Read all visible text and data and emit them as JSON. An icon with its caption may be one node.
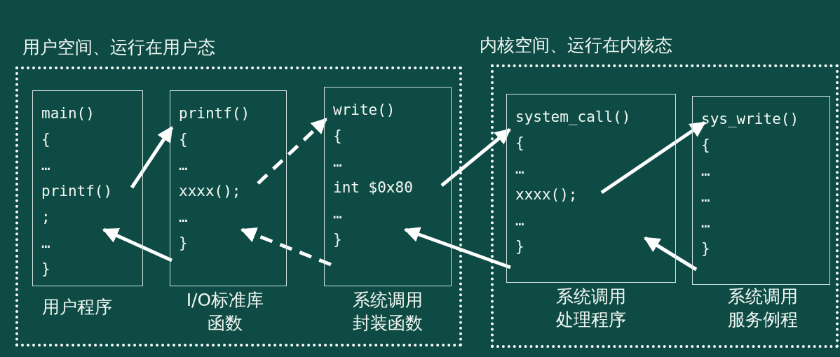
{
  "diagram": {
    "nodes": [
      {
        "text": [
          "用户空间、运行在用户态"
        ]
      },
      {
        "text": [
          "main()",
          "{",
          "…",
          "printf()",
          ";",
          "…",
          "}"
        ],
        "in": 0,
        "beside": [
          "用户程序"
        ]
      },
      {
        "text": [
          "printf()",
          "{",
          "…",
          "xxxx();",
          "…",
          "}"
        ],
        "in": 0,
        "beside": [
          "I/O标准库函数"
        ]
      },
      {
        "text": [
          "write()",
          "{",
          "…",
          "int $0x80",
          "…",
          "}"
        ],
        "in": 0,
        "beside": [
          "系统调用封装函数"
        ]
      },
      {
        "text": [
          "内核空间、运行在内核态"
        ]
      },
      {
        "text": [
          "system_call()",
          "{",
          "…",
          "xxxx();",
          "…",
          "}"
        ],
        "in": 4,
        "beside": [
          "系统调用处理程序"
        ]
      },
      {
        "text": [
          "sys_write()",
          "{",
          "…",
          "…",
          "…",
          "}"
        ],
        "in": 4,
        "beside": [
          "系统调用服务例程"
        ]
      }
    ],
    "edges": [
      {
        "from": 1,
        "to": 2,
        "arrow": "to"
      },
      {
        "from": 2,
        "to": 1,
        "arrow": "to"
      },
      {
        "from": 2,
        "to": 3,
        "arrow": "to",
        "style": "dashed"
      },
      {
        "from": 3,
        "to": 2,
        "arrow": "to",
        "style": "dashed"
      },
      {
        "from": 3,
        "to": 5,
        "arrow": "to"
      },
      {
        "from": 5,
        "to": 3,
        "arrow": "to"
      },
      {
        "from": 5,
        "to": 6,
        "arrow": "to"
      },
      {
        "from": 6,
        "to": 5,
        "arrow": "to"
      }
    ]
  }
}
